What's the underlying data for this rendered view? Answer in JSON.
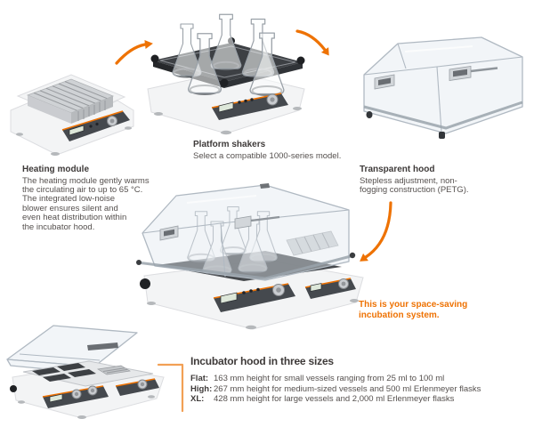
{
  "page": {
    "background": "#ffffff",
    "accent_color": "#ee7203",
    "text_color": "#3e3a39"
  },
  "callouts": {
    "heating_module": {
      "title": "Heating module",
      "lines": [
        "The heating module gently warms",
        "the circulating air to up to 65 °C.",
        "The integrated low-noise",
        "blower ensures silent and",
        "even heat distribution within",
        "the incubator hood."
      ]
    },
    "platform_shakers": {
      "title": "Platform shakers",
      "lines": [
        "Select a compatible 1000-series model."
      ]
    },
    "transparent_hood": {
      "title": "Transparent hood",
      "lines": [
        "Stepless adjustment, non-",
        "fogging construction (PETG)."
      ]
    },
    "highlight": {
      "lines": [
        "This is your space-saving",
        "incubation system."
      ]
    },
    "hood_sizes": {
      "title": "Incubator hood in three sizes",
      "rows": [
        {
          "label": "Flat:",
          "text": "163 mm height for small vessels ranging from 25 ml to 100 ml"
        },
        {
          "label": "High:",
          "text": "267 mm height for medium-sized vessels and 500 ml Erlenmeyer flasks"
        },
        {
          "label": "XL:",
          "text": "428 mm height for large vessels and 2,000 ml Erlenmeyer flasks"
        }
      ]
    }
  }
}
